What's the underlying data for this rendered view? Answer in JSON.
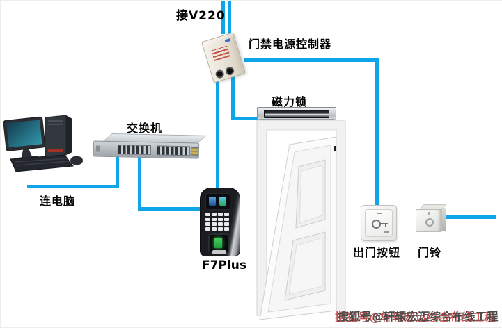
{
  "labels": {
    "power_input": "接V220",
    "power_controller": "门禁电源控制器",
    "maglock": "磁力锁",
    "switch": "交换机",
    "computer": "连电脑",
    "reader": "F7Plus",
    "exit_button": "出门按钮",
    "doorbell": "门铃"
  },
  "watermark": {
    "text": "搜狐号@轩辕宏迈综合布线工程"
  },
  "colors": {
    "wire": "#0FA5E9",
    "label_text": "#000000",
    "watermark_text": "#4A4A4A",
    "watermark_shadow": "#BE2823",
    "background": "#FFFFFF",
    "fingerprint_glow": "#3EC75A"
  },
  "connections": [
    {
      "from": "power_input",
      "to": "power_controller"
    },
    {
      "from": "power_controller",
      "to": "maglock"
    },
    {
      "from": "power_controller",
      "to": "reader"
    },
    {
      "from": "power_controller",
      "to": "exit_button"
    },
    {
      "from": "switch",
      "to": "computer"
    },
    {
      "from": "switch",
      "to": "reader"
    },
    {
      "from": "doorbell",
      "to": "right-edge"
    }
  ]
}
